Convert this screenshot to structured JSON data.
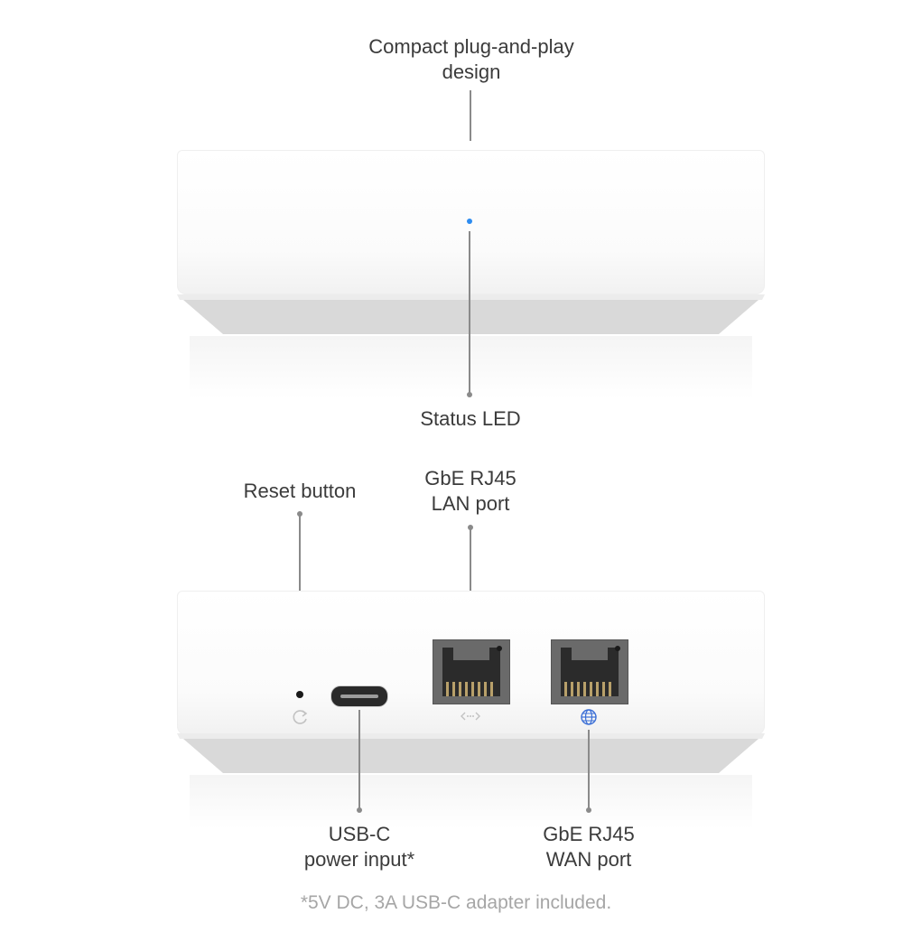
{
  "labels": {
    "compact": [
      "Compact plug-and-play",
      "design"
    ],
    "status_led": "Status LED",
    "reset": "Reset button",
    "lan": [
      "GbE RJ45",
      "LAN port"
    ],
    "usbc": [
      "USB-C",
      "power input*"
    ],
    "wan": [
      "GbE RJ45",
      "WAN port"
    ]
  },
  "footnote": "*5V DC, 3A USB-C adapter included.",
  "colors": {
    "status_led": "#2d8cf0",
    "wan_icon": "#3b6fd6"
  },
  "icons": {
    "reset": "reset-arrow-icon",
    "lan": "lan-arrows-icon",
    "wan": "globe-icon"
  }
}
